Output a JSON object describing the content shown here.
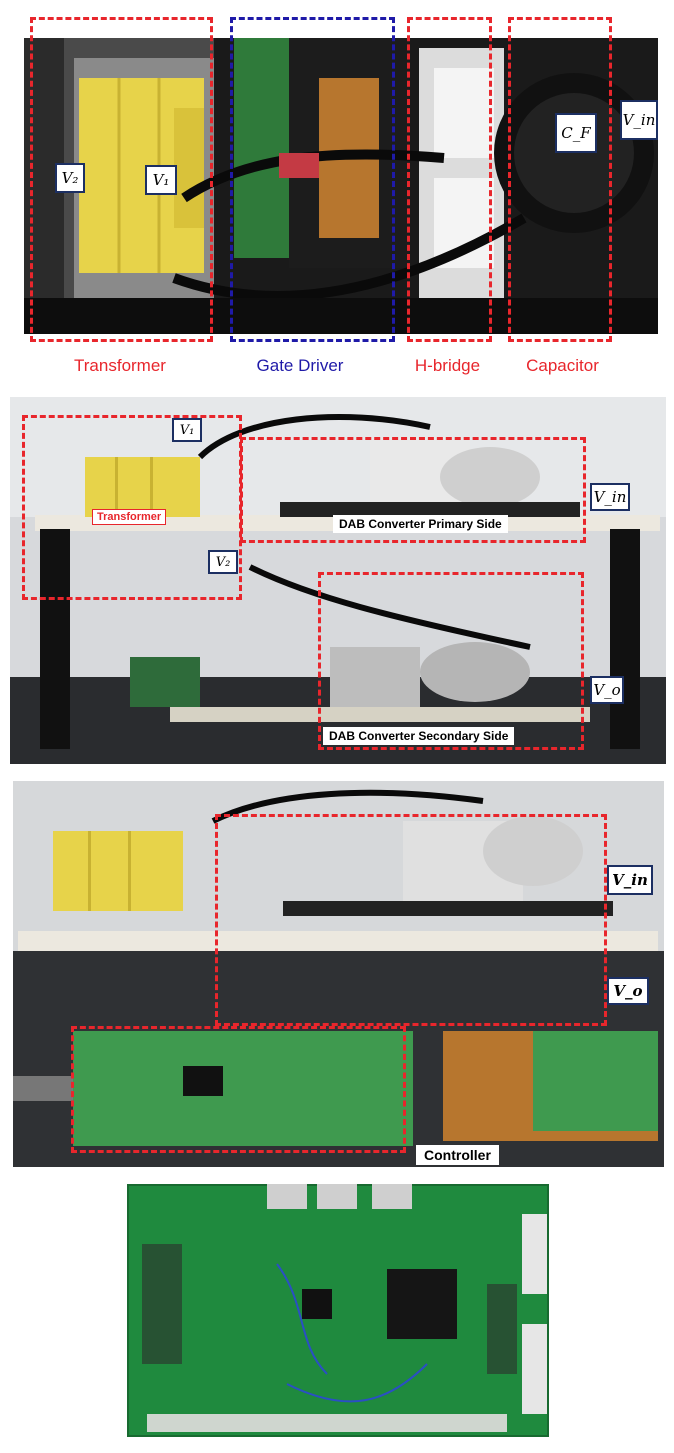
{
  "panel1": {
    "caption_transformer": "Transformer",
    "caption_gate_driver": "Gate Driver",
    "caption_hbridge": "H-bridge",
    "caption_capacitor": "Capacitor",
    "label_v2": "V₂",
    "label_v1": "V₁",
    "label_cf": "C_F",
    "label_vin": "V_in",
    "colors": {
      "red": "#e8262c",
      "blue": "#1f1aa8"
    }
  },
  "panel2": {
    "label_v1": "V₁",
    "label_v2": "V₂",
    "label_vin": "V_in",
    "label_vo": "V_o",
    "tag_transformer": "Transformer",
    "tag_primary": "DAB Converter Primary Side",
    "tag_secondary": "DAB Converter Secondary Side"
  },
  "panel3": {
    "label_vin": "V_in",
    "label_vo": "V_o",
    "tag_controller": "Controller"
  }
}
